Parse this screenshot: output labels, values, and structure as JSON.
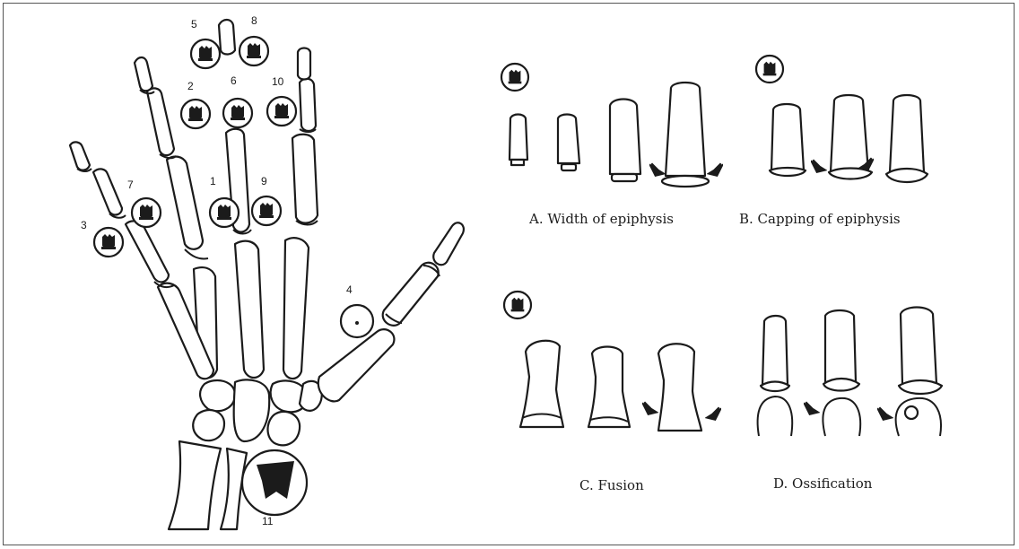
{
  "colors": {
    "ink": "#1b1b1b",
    "background": "#ffffff"
  },
  "hand": {
    "site_numbers": [
      "5",
      "8",
      "2",
      "6",
      "10",
      "7",
      "1",
      "9",
      "3",
      "4",
      "11"
    ]
  },
  "panels": {
    "a": {
      "caption": "A. Width of epiphysis"
    },
    "b": {
      "caption": "B. Capping of epiphysis"
    },
    "c": {
      "caption": "C. Fusion"
    },
    "d": {
      "caption": "D. Ossification"
    }
  },
  "icons": [
    "stage-symbol-icon",
    "arrow-icon"
  ]
}
